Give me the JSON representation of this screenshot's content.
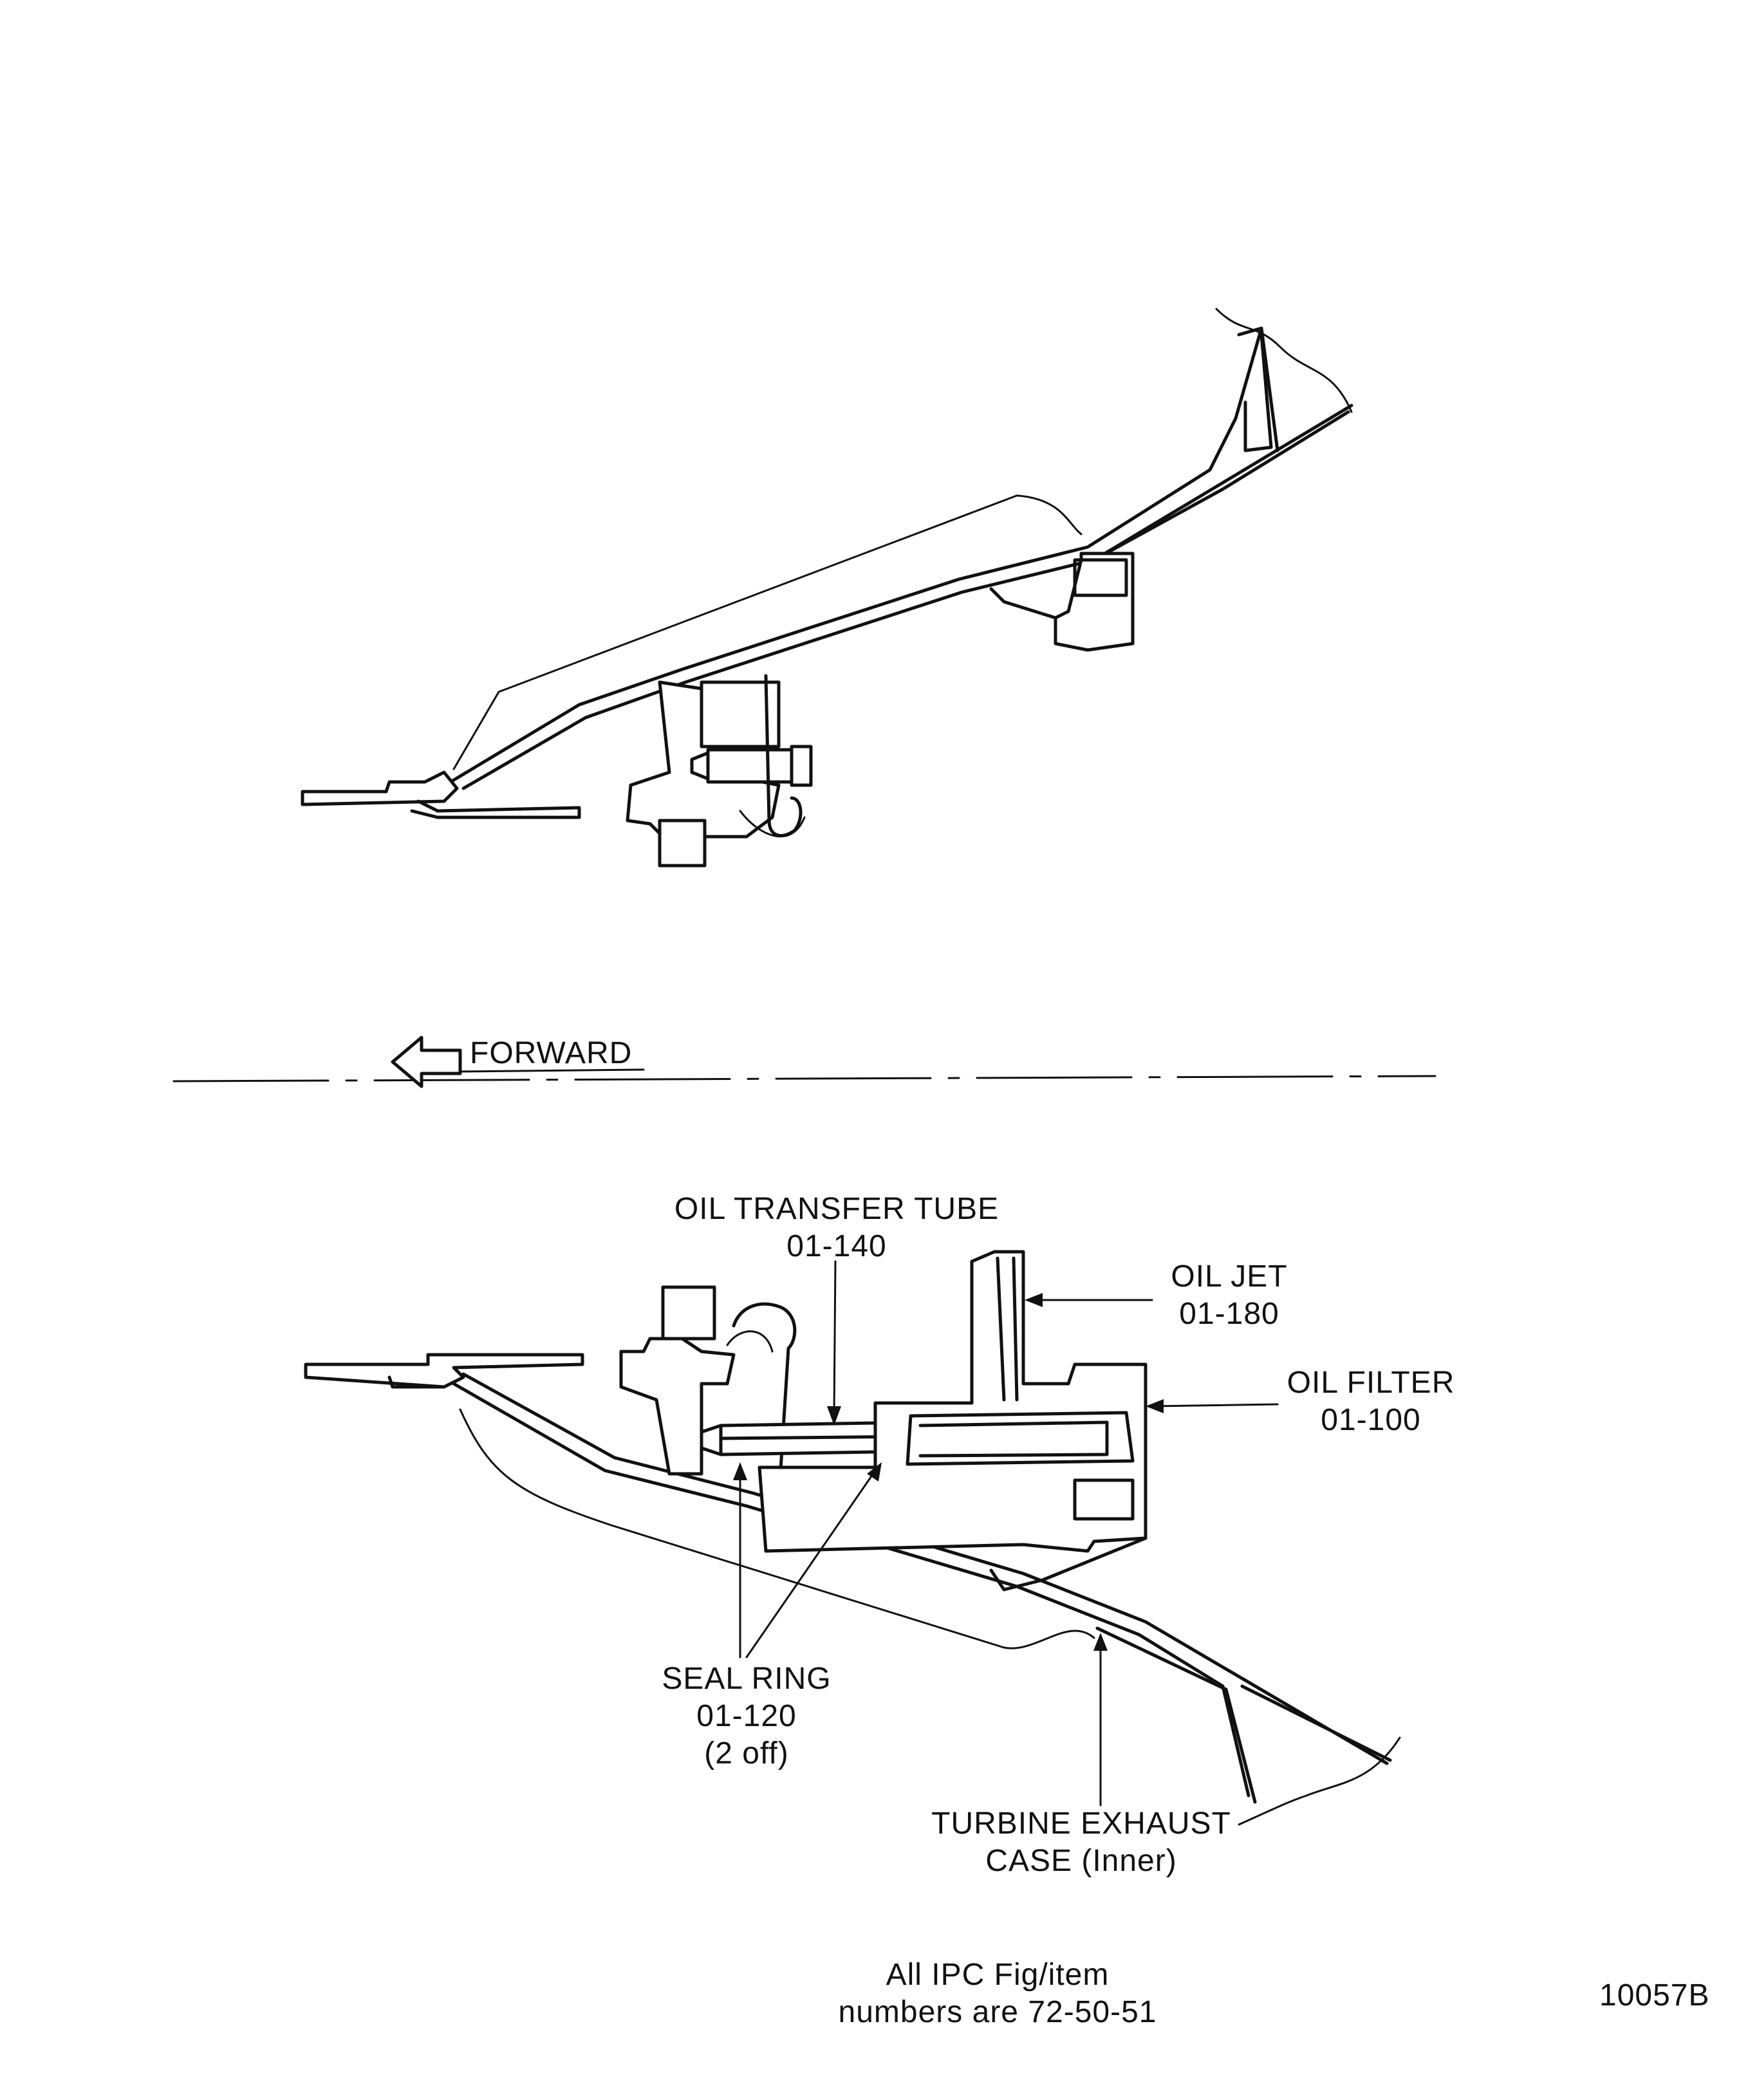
{
  "direction_label": "FORWARD",
  "callouts": {
    "oil_transfer_tube": {
      "name": "OIL TRANSFER TUBE",
      "ref": "01-140"
    },
    "oil_jet": {
      "name": "OIL JET",
      "ref": "01-180"
    },
    "oil_filter": {
      "name": "OIL FILTER",
      "ref": "01-100"
    },
    "seal_ring": {
      "name": "SEAL RING",
      "ref": "01-120",
      "qty": "(2 off)"
    },
    "turbine_exhaust_case": {
      "name": "TURBINE EXHAUST",
      "sub": "CASE (Inner)"
    }
  },
  "footnote": {
    "line1": "All IPC Fig/item",
    "line2": "numbers are 72-50-51"
  },
  "figure_id": "10057B",
  "colors": {
    "ink": "#111111",
    "paper": "#ffffff"
  }
}
